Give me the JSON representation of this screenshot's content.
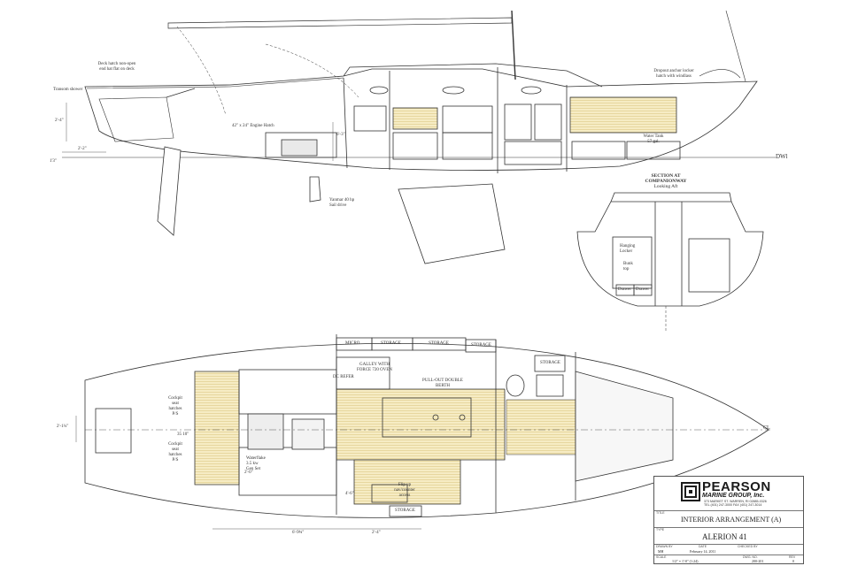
{
  "profile": {
    "deck_hatch_note": [
      "Deck hatch non-open",
      "end hat flat on deck"
    ],
    "transom_shower": "Transom shower",
    "engine_hatch": "42\" x 24\" Engine Hatch",
    "anchor_locker": [
      "Dropout anchor locker",
      "hatch with windlass"
    ],
    "water_tank": [
      "Water Tank",
      "57 gal."
    ],
    "engine": [
      "Yanmar 40 hp",
      "Sail drive"
    ],
    "dwl": "DWl",
    "dim_left_height": "2'-4\"",
    "dim_stern": "2'-2\"",
    "dim_waterline": "1'3\"",
    "dim_headroom": "6'-3\""
  },
  "section": {
    "title": [
      "SECTION AT",
      "COMPANIONWAY",
      "Looking Aft"
    ],
    "hanging_locker": [
      "Hanging",
      "Locker"
    ],
    "bunk": [
      "Bunk",
      "top"
    ],
    "drawer_1": "Drawer",
    "drawer_2": "Drawer"
  },
  "plan": {
    "micro": "MICRO",
    "storage_1": "STORAGE",
    "storage_2": "STORAGE",
    "storage_3": "STORAGE",
    "storage_4": "STORAGE",
    "storage_5": "STORAGE",
    "galley": [
      "GALLEY WITH",
      "FORCE 720 OVEN"
    ],
    "dc_refer": "DC REFER",
    "pullout_berth": [
      "PULL-OUT DOUBLE",
      "BERTH"
    ],
    "cockpit_hatches_top": [
      "Cockpit",
      "seat",
      "hatches",
      "P/S"
    ],
    "cockpit_hatches_bottom": [
      "Cockpit",
      "seat",
      "hatches",
      "P/S"
    ],
    "waterflake": [
      "Waterflake",
      "3.5 kw",
      "Gen Set"
    ],
    "flipup_seat": [
      "Flip up",
      "nav/counter",
      "access"
    ],
    "dim_beam": "2'-1¼\"",
    "dim_mid": "2'-0\"",
    "dim_bottom_1": "6'-9¾\"",
    "dim_bottom_2": "2'-4\"",
    "dim_side": "4'-6\"",
    "dim_centerline": "CL",
    "dim_cockpit": "35 10\""
  },
  "title_block": {
    "brand": "PEARSON",
    "brand_sub": "MARINE GROUP, Inc.",
    "address": "373 MARKET ST. WARREN, RI 02885-0326",
    "phone": "TEL (401) 247-3000 FAX (401) 247-3014",
    "title_caption": "TITLE",
    "title": "INTERIOR ARRANGEMENT (A)",
    "type_caption": "TYPE",
    "boat": "ALERION 41",
    "drawn_by_caption": "DRAWN BY",
    "drawn_by": "MH",
    "date_caption": "DATE",
    "date": "February 14, 2011",
    "checked_caption": "CHECKED BY",
    "scale_caption": "SCALE",
    "scale": "1/2\" = 1'-0\" (1:24)",
    "dwg_no_caption": "DWG. NO.",
    "dwg_no": "200-201",
    "rev_caption": "REV",
    "rev": "0"
  }
}
